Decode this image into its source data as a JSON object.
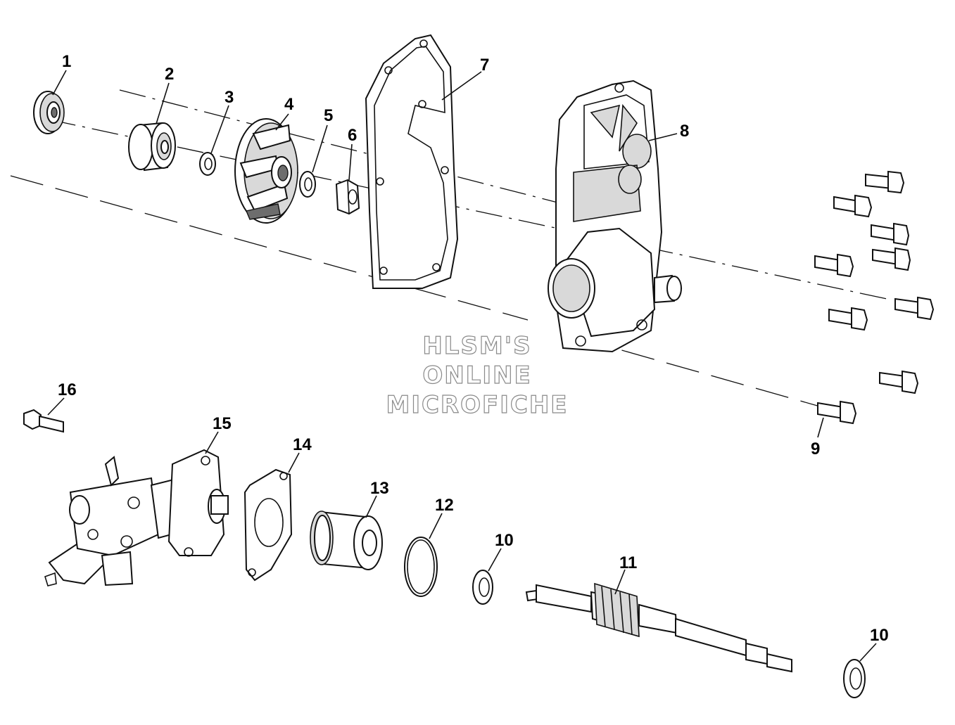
{
  "watermark": {
    "line1": "HLSM'S",
    "line2": "ONLINE",
    "line3": "MICROFICHE"
  },
  "callouts": [
    {
      "id": "1",
      "label": "1"
    },
    {
      "id": "2",
      "label": "2"
    },
    {
      "id": "3",
      "label": "3"
    },
    {
      "id": "4",
      "label": "4"
    },
    {
      "id": "5",
      "label": "5"
    },
    {
      "id": "6",
      "label": "6"
    },
    {
      "id": "7",
      "label": "7"
    },
    {
      "id": "8",
      "label": "8"
    },
    {
      "id": "9",
      "label": "9"
    },
    {
      "id": "10a",
      "label": "10"
    },
    {
      "id": "10b",
      "label": "10"
    },
    {
      "id": "11",
      "label": "11"
    },
    {
      "id": "12",
      "label": "12"
    },
    {
      "id": "13",
      "label": "13"
    },
    {
      "id": "14",
      "label": "14"
    },
    {
      "id": "15",
      "label": "15"
    },
    {
      "id": "16",
      "label": "16"
    }
  ]
}
